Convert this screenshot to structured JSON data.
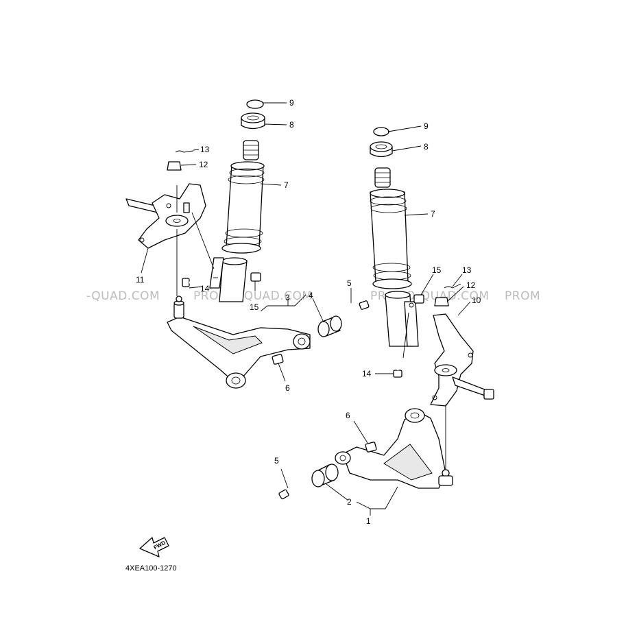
{
  "diagram": {
    "reference": "4XEA100-1270",
    "fwd_label": "FWD",
    "watermark": "PROMO-QUAD.COM",
    "watermark_segments": [
      "-QUAD.COM",
      "PROMO-QUAD.COM",
      "PROMO-QUAD.COM",
      "PROM"
    ],
    "callouts": {
      "n1": "1",
      "n2": "2",
      "n3": "3",
      "n4": "4",
      "n5a": "5",
      "n5b": "5",
      "n6a": "6",
      "n6b": "6",
      "n7a": "7",
      "n7b": "7",
      "n8a": "8",
      "n8b": "8",
      "n9a": "9",
      "n9b": "9",
      "n10": "10",
      "n11": "11",
      "n12a": "12",
      "n12b": "12",
      "n13a": "13",
      "n13b": "13",
      "n14a": "14",
      "n14b": "14",
      "n15a": "15",
      "n15b": "15"
    }
  }
}
